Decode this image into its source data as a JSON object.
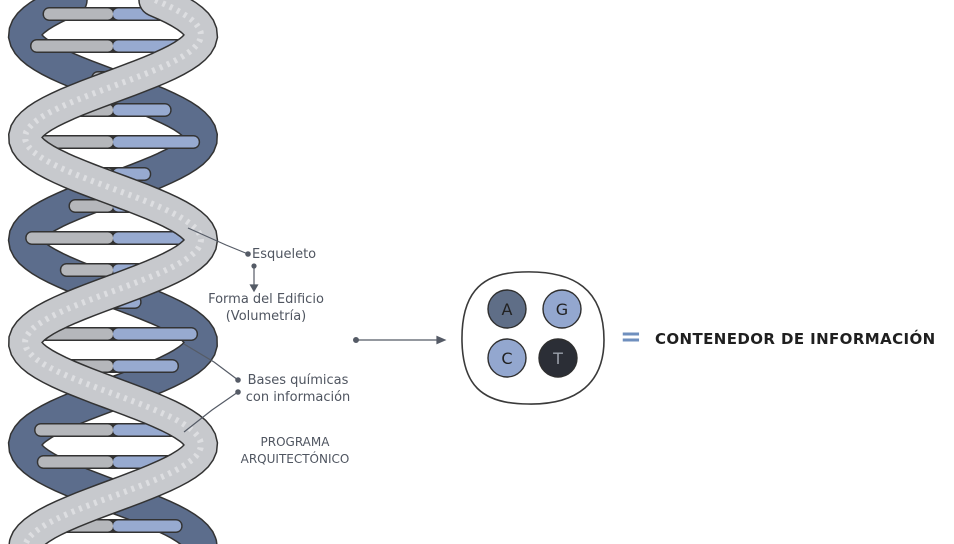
{
  "labels": {
    "esqueleto": "Esqueleto",
    "forma_line1": "Forma del Edificio",
    "forma_line2": "(Volumetría)",
    "bases_line1": "Bases químicas",
    "bases_line2": "con  información",
    "programa_line1": "PROGRAMA",
    "programa_line2": "ARQUITECTÓNICO"
  },
  "bases": [
    {
      "letter": "A",
      "color": "#5f6e87"
    },
    {
      "letter": "G",
      "color": "#93a7cf"
    },
    {
      "letter": "C",
      "color": "#93a7cf"
    },
    {
      "letter": "T",
      "color": "#2b2e36"
    }
  ],
  "equals": "=",
  "result": "CONTENEDOR DE INFORMACIÓN",
  "colors": {
    "strand_dark": "#5c6d8c",
    "strand_light": "#c7c9cd",
    "rung_blue": "#97aad0",
    "rung_gray": "#b5b7bb",
    "outline": "#333333",
    "accent": "#6f8fbe"
  }
}
